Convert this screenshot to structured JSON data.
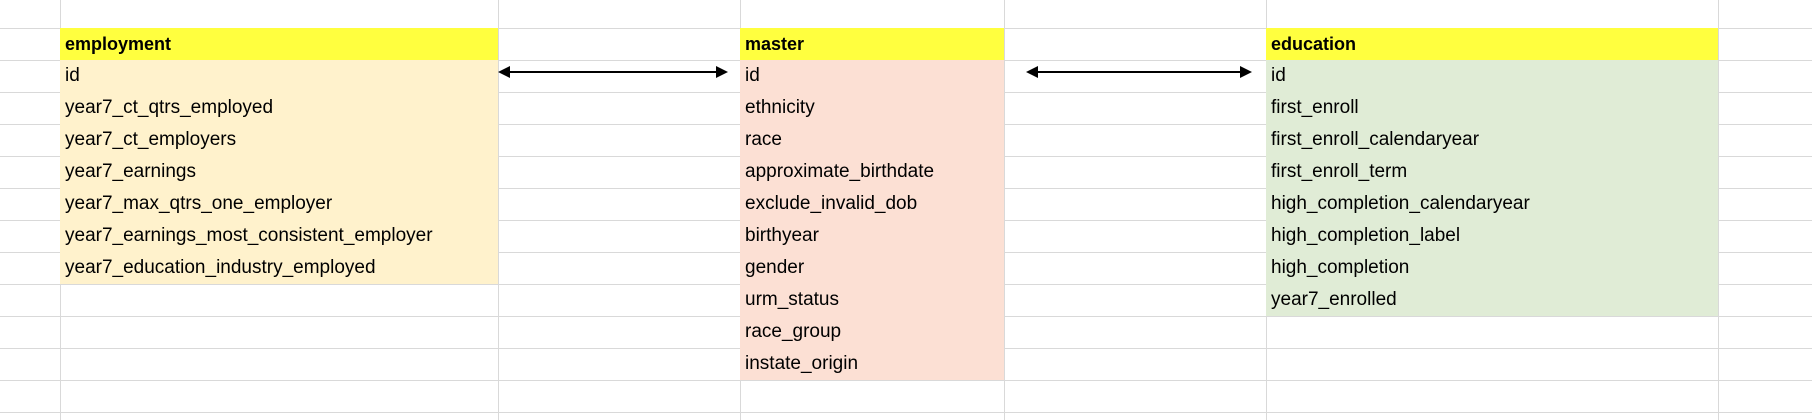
{
  "colors": {
    "header_bg": "#ffff3f",
    "employment_bg": "#fff2cc",
    "master_bg": "#fce0d4",
    "education_bg": "#e0ecd6",
    "grid": "#d9d9d9",
    "arrow": "#000000"
  },
  "tables": [
    {
      "name": "employment",
      "fields": [
        "id",
        "year7_ct_qtrs_employed",
        "year7_ct_employers",
        "year7_earnings",
        "year7_max_qtrs_one_employer",
        "year7_earnings_most_consistent_employer",
        "year7_education_industry_employed"
      ]
    },
    {
      "name": "master",
      "fields": [
        "id",
        "ethnicity",
        "race",
        "approximate_birthdate",
        "exclude_invalid_dob",
        "birthyear",
        "gender",
        "urm_status",
        "race_group",
        "instate_origin"
      ]
    },
    {
      "name": "education",
      "fields": [
        "id",
        "first_enroll",
        "first_enroll_calendaryear",
        "first_enroll_term",
        "high_completion_calendaryear",
        "high_completion_label",
        "high_completion",
        "year7_enrolled"
      ]
    }
  ],
  "relations": [
    {
      "from": "employment.id",
      "to": "master.id",
      "style": "double-arrow"
    },
    {
      "from": "master.id",
      "to": "education.id",
      "style": "double-arrow"
    }
  ]
}
